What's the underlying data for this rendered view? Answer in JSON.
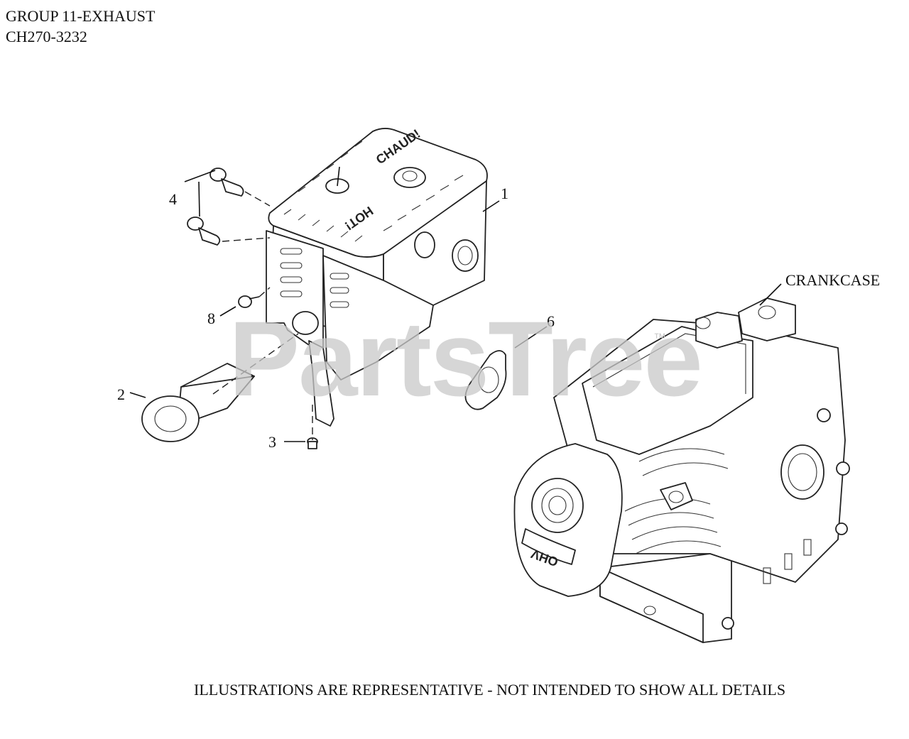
{
  "header": {
    "group": "GROUP 11-EXHAUST",
    "model": "CH270-3232"
  },
  "watermark": {
    "text": "PartsTree",
    "trademark": "™"
  },
  "callouts": {
    "c1": "1",
    "c2": "2",
    "c3": "3",
    "c4": "4",
    "c6": "6",
    "c8": "8",
    "crankcase": "CRANKCASE"
  },
  "engraving": {
    "top": "CHAUD!",
    "bottom": "HOT!",
    "cover": "OHV"
  },
  "footer": {
    "note": "ILLUSTRATIONS ARE REPRESENTATIVE - NOT INTENDED TO SHOW ALL DETAILS"
  },
  "colors": {
    "ink": "#111111",
    "watermark": "#c9c9c9",
    "background": "#ffffff"
  }
}
